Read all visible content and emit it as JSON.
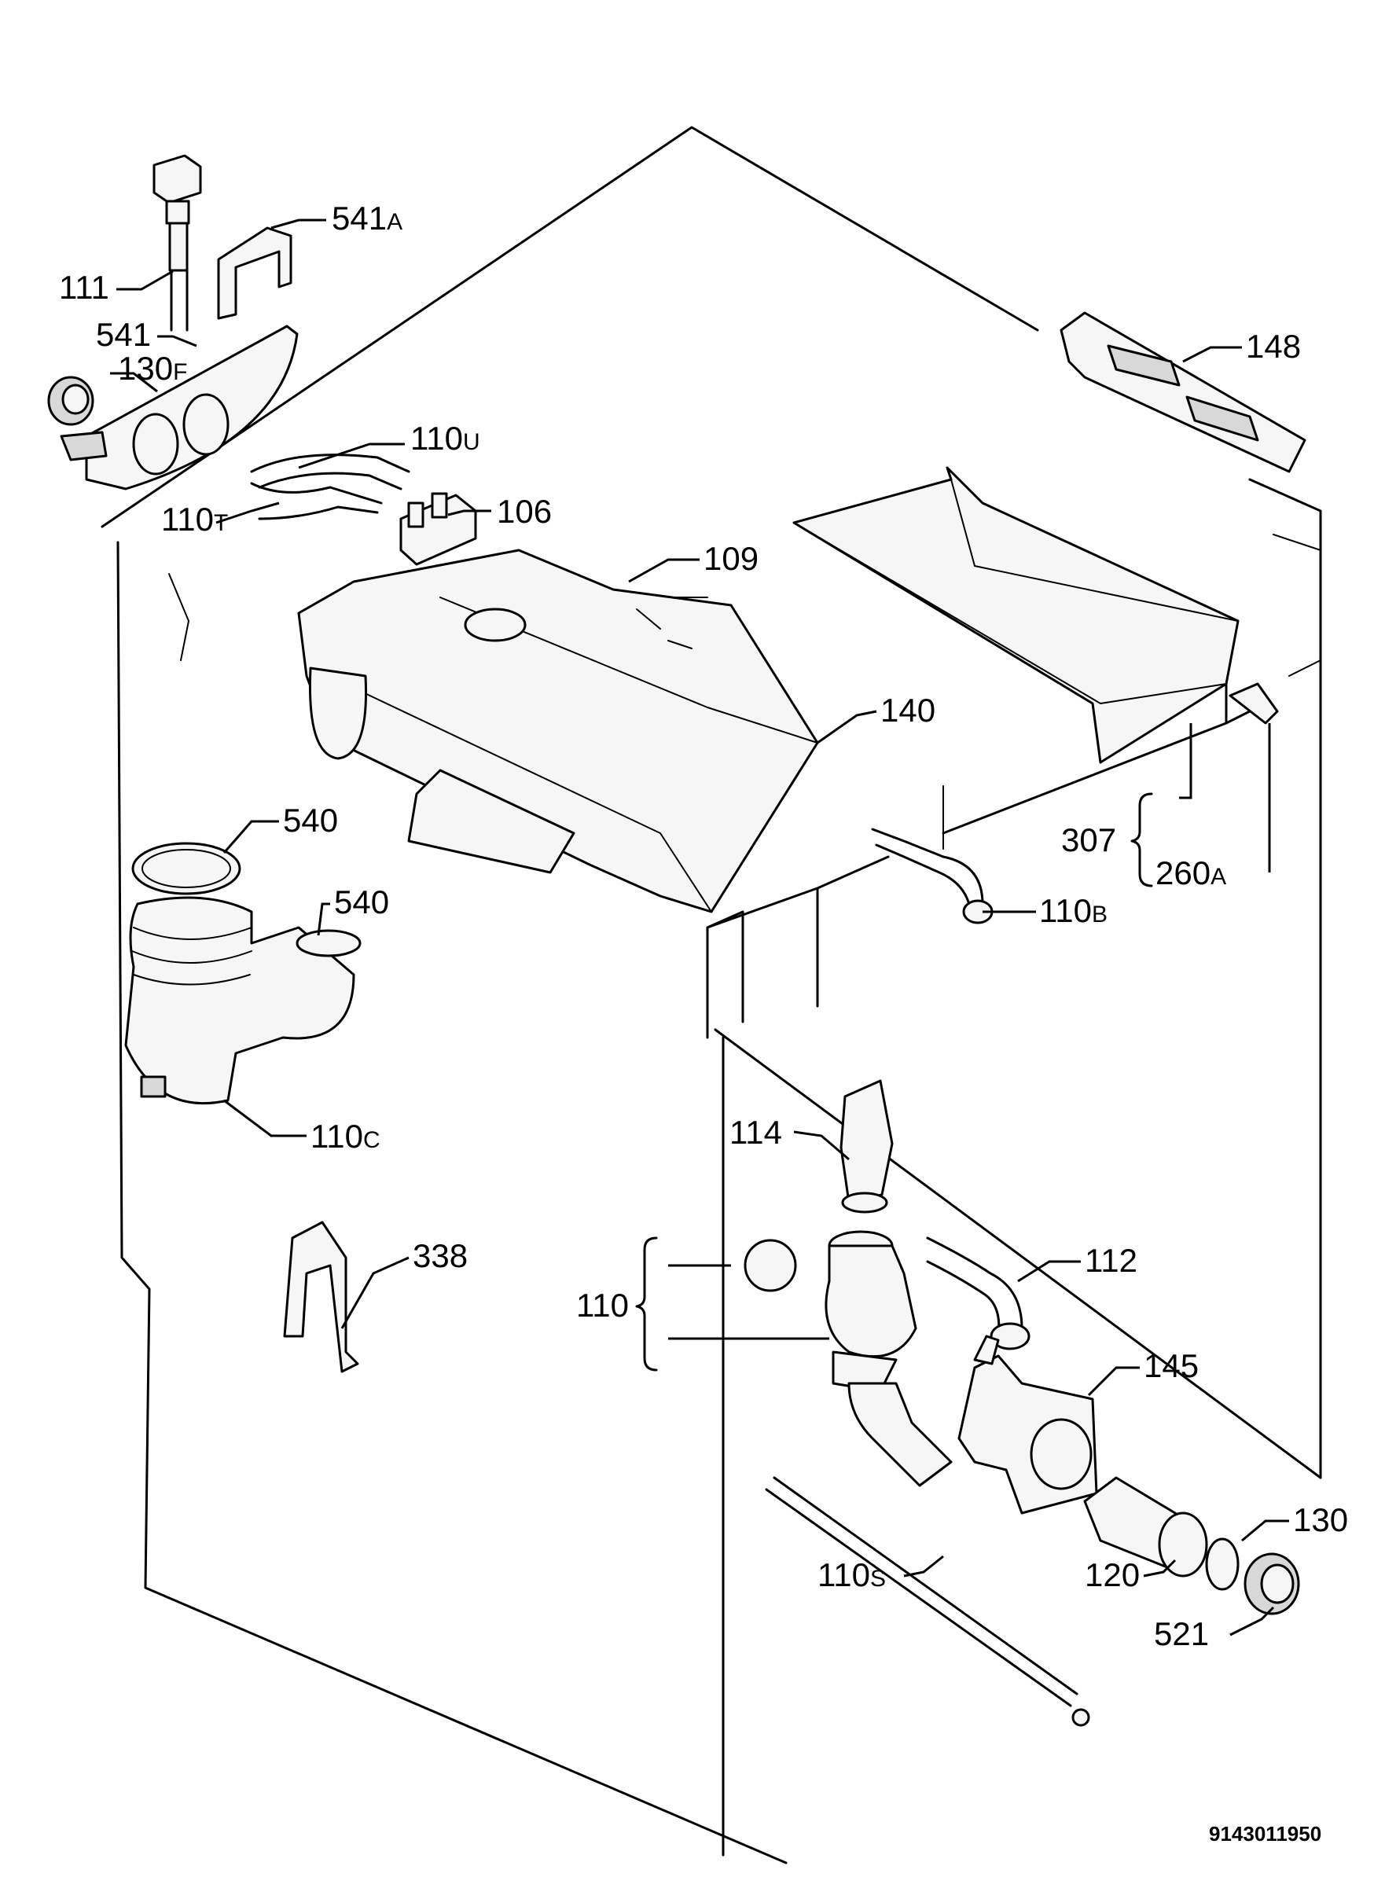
{
  "labels": {
    "p541a": "541",
    "p541a_suffix": "A",
    "p111": "111",
    "p541": "541",
    "p130f": "130",
    "p130f_suffix": "F",
    "p110u": "110",
    "p110u_suffix": "U",
    "p110t": "110",
    "p110t_suffix": "T",
    "p106": "106",
    "p109": "109",
    "p148": "148",
    "p140": "140",
    "p540a": "540",
    "p540b": "540",
    "p307": "307",
    "p260a": "260",
    "p260a_suffix": "A",
    "p110b": "110",
    "p110b_suffix": "B",
    "p110c": "110",
    "p110c_suffix": "C",
    "p114": "114",
    "p338": "338",
    "p110": "110",
    "p112": "112",
    "p145": "145",
    "p130": "130",
    "p120": "120",
    "p110s": "110",
    "p110s_suffix": "S",
    "p521": "521"
  },
  "drawing_code": "9143011950"
}
